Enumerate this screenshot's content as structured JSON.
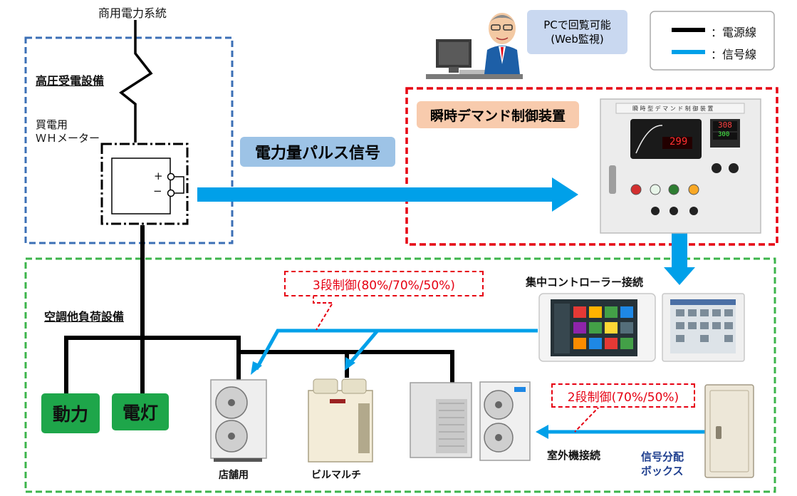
{
  "grid_power": "商用電力系統",
  "high_voltage": {
    "title": "高圧受電設備",
    "meter_line1": "買電用",
    "meter_line2": "ＷＨメーター",
    "plus": "+",
    "minus": "−"
  },
  "pulse_signal": "電力量パルス信号",
  "pc_label": {
    "line1": "PCで回覧可能",
    "line2": "(Web監視)"
  },
  "legend": {
    "power_line": "：電源線",
    "signal_line": "：信号線"
  },
  "demand_device": {
    "title": "瞬時デマンド制御装置",
    "panel_title": "瞬 時 型 デ マ ン ド 制 御 装 置",
    "display_value": "299",
    "meter_top": "308",
    "meter_bottom": "300"
  },
  "load_equipment": {
    "title": "空調他負荷設備",
    "power": "動力",
    "lighting": "電灯",
    "three_stage": "3段制御(80%/70%/50%)",
    "two_stage": "2段制御(70%/50%)",
    "central_controller": "集中コントローラー接続",
    "outdoor_unit": "室外機接続",
    "store_use": "店舗用",
    "building_multi": "ビルマルチ",
    "distribution_box_line1": "信号分配",
    "distribution_box_line2": "ボックス"
  },
  "colors": {
    "power_line": "#000000",
    "signal_line": "#00a0e9",
    "blue_dash": "#3b6fb6",
    "red_dash": "#e60012",
    "green_dash": "#3cb44b",
    "green_box": "#1ea64a",
    "pulse_label_bg": "#9dc3e6",
    "device_label_bg": "#f8cbad",
    "pc_label_bg": "#c9d8f0"
  }
}
